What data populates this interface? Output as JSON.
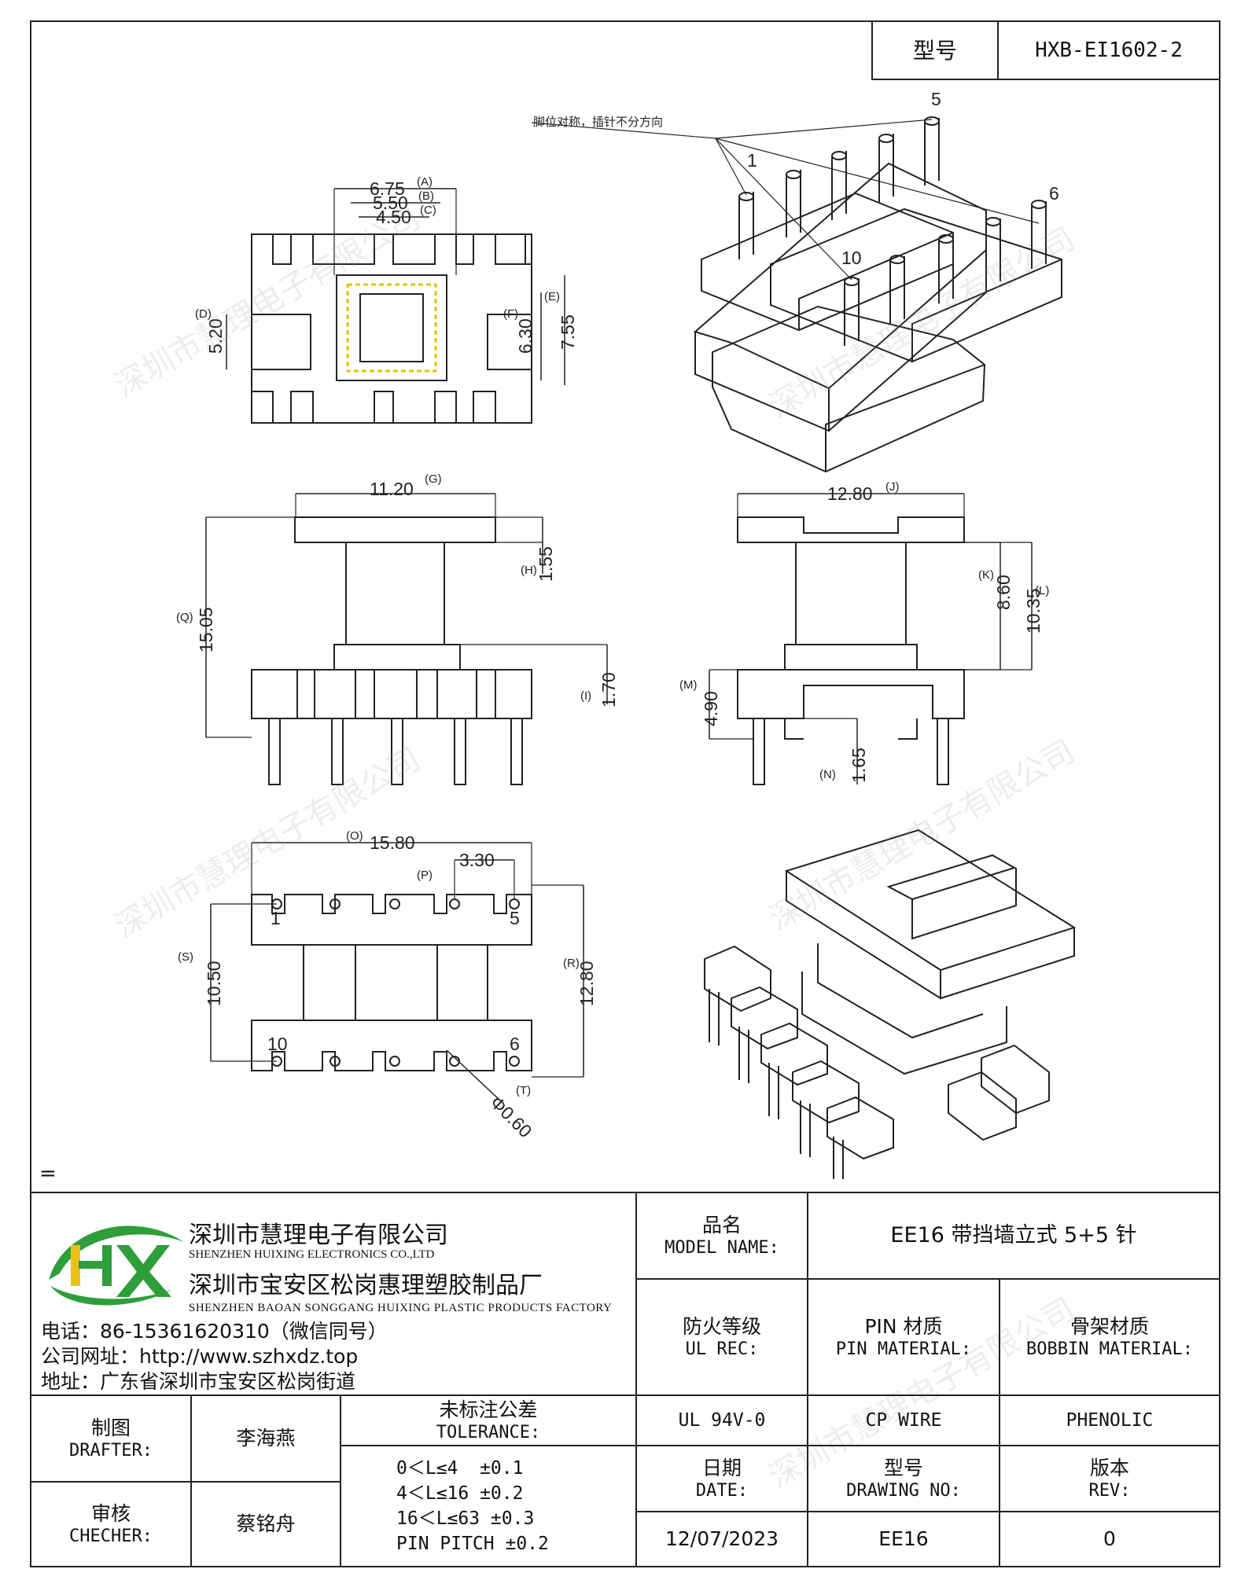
{
  "header": {
    "model_label": "型号",
    "model_value": "HXB-EI1602-2"
  },
  "drawing": {
    "note": "脚位对称，插针不分方向",
    "pins": [
      "1",
      "5",
      "6",
      "10"
    ],
    "dims": {
      "A": "6.75",
      "B": "5.50",
      "C": "4.50",
      "D": "5.20",
      "E": "7.55",
      "F": "6.30",
      "G": "11.20",
      "H": "1.55",
      "Q": "15.05",
      "I": "1.70",
      "J": "12.80",
      "K": "8.60",
      "L": "10.35",
      "M": "4.90",
      "N": "1.65",
      "O": "15.80",
      "P": "3.30",
      "S": "10.50",
      "R": "12.80",
      "T": "0.60"
    },
    "letters": {
      "A": "(A)",
      "B": "(B)",
      "C": "(C)",
      "D": "(D)",
      "E": "(E)",
      "F": "(F)",
      "G": "(G)",
      "H": "(H)",
      "Q": "(Q)",
      "I": "(I)",
      "J": "(J)",
      "K": "(K)",
      "L": "(L)",
      "M": "(M)",
      "N": "(N)",
      "O": "(O)",
      "P": "(P)",
      "S": "(S)",
      "R": "(R)",
      "T": "(T)"
    },
    "t_dim_text": "Φ0.60"
  },
  "equals_mark": "=",
  "company": {
    "name_cn": "深圳市慧理电子有限公司",
    "name_en": "SHENZHEN HUIXING ELECTRONICS CO.,LTD",
    "factory_cn": "深圳市宝安区松岗惠理塑胶制品厂",
    "factory_en": "SHENZHEN BAOAN SONGGANG HUIXING PLASTIC PRODUCTS FACTORY",
    "phone": "电话：86-15361620310（微信同号）",
    "website": "公司网址：http://www.szhxdz.top",
    "address": "地址：广东省深圳市宝安区松岗街道",
    "logo_text": "HX"
  },
  "title_block": {
    "model_name_cn": "品名",
    "model_name_en": "MODEL NAME:",
    "model_name_value": "EE16 带挡墙立式 5+5 针",
    "ul_cn": "防火等级",
    "ul_en": "UL REC:",
    "pin_mat_cn": "PIN 材质",
    "pin_mat_en": "PIN MATERIAL:",
    "bobbin_mat_cn": "骨架材质",
    "bobbin_mat_en": "BOBBIN MATERIAL:",
    "ul_value": "UL 94V-0",
    "pin_mat_value": "CP WIRE",
    "bobbin_mat_value": "PHENOLIC",
    "drafter_cn": "制图",
    "drafter_en": "DRAFTER:",
    "drafter_name": "李海燕",
    "checker_cn": "审核",
    "checker_en": "CHECHER:",
    "checker_name": "蔡铭舟",
    "tol_cn": "未标注公差",
    "tol_en": "TOLERANCE:",
    "tol_lines": [
      "0＜L≤4  ±0.1",
      "4＜L≤16 ±0.2",
      "16＜L≤63 ±0.3",
      "PIN PITCH ±0.2"
    ],
    "date_cn": "日期",
    "date_en": "DATE:",
    "date_value": "12/07/2023",
    "dwg_cn": "型号",
    "dwg_en": "DRAWING NO:",
    "dwg_value": "EE16",
    "rev_cn": "版本",
    "rev_en": "REV:",
    "rev_value": "0"
  },
  "watermark": "深圳市慧理电子有限公司",
  "colors": {
    "line": "#222222",
    "logo_green": "#2e9e3a",
    "logo_yellow": "#e8c21a",
    "dash_yellow": "#e0c400"
  }
}
